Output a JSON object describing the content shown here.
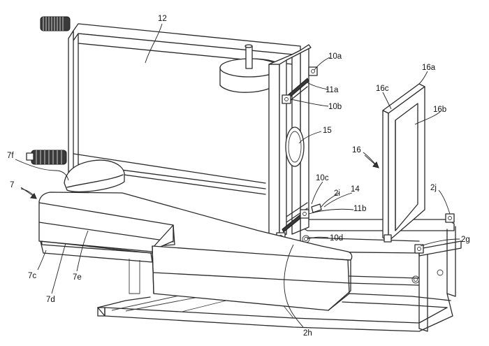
{
  "labels": {
    "l12": "12",
    "l10a": "10a",
    "l11a": "11a",
    "l10b": "10b",
    "l15": "15",
    "l16": "16",
    "l16a": "16a",
    "l16b": "16b",
    "l16c": "16c",
    "l7f": "7f",
    "l7": "7",
    "l10c": "10c",
    "l2i": "2i",
    "l14": "14",
    "l11b": "11b",
    "l10d": "10d",
    "l2j": "2j",
    "l2g": "2g",
    "l7c": "7c",
    "l7e": "7e",
    "l7d": "7d",
    "l2h": "2h"
  }
}
